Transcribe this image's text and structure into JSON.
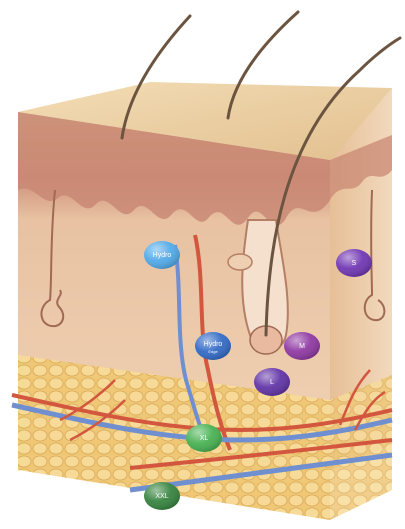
{
  "diagram": {
    "subject": "skin cross-section",
    "layers": [
      "epidermis",
      "dermis",
      "subcutaneous fat"
    ],
    "markers": [
      {
        "id": "hydro-upper",
        "label": "Hydro",
        "sublabel": "",
        "color": "#4aa6e8"
      },
      {
        "id": "hydro-lower",
        "label": "Hydro",
        "sublabel": "Edge",
        "color": "#2a64c4"
      },
      {
        "id": "m",
        "label": "M",
        "sublabel": "",
        "color": "#8a2f9e"
      },
      {
        "id": "s",
        "label": "S",
        "sublabel": "",
        "color": "#6a2db0"
      },
      {
        "id": "l",
        "label": "L",
        "sublabel": "",
        "color": "#5a2aa2"
      },
      {
        "id": "xl",
        "label": "XL",
        "sublabel": "",
        "color": "#3fae4a"
      },
      {
        "id": "xxl",
        "label": "XXL",
        "sublabel": "",
        "color": "#2d7e36"
      }
    ]
  },
  "colors": {
    "skin_top": "#eccfa4",
    "skin_side": "#e2b989",
    "epidermis_band": "#c98f7f",
    "dermis": "#efcfb1",
    "fat": "#f2cf7f",
    "vein": "#6f8fd0",
    "artery": "#d3573f",
    "hair": "#6b5440"
  }
}
